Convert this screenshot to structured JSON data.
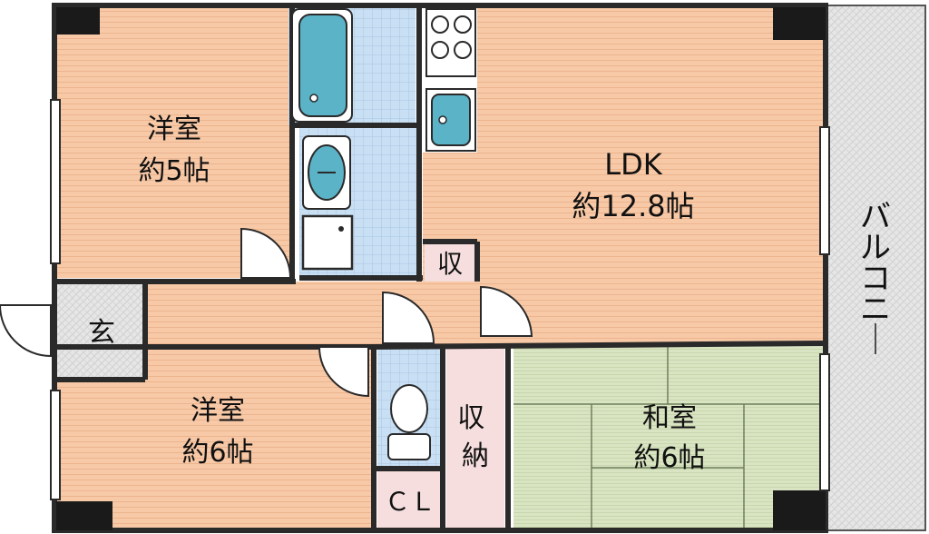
{
  "rooms": {
    "western_room_1": {
      "name": "洋室",
      "size": "約5帖"
    },
    "ldk": {
      "name": "LDK",
      "size": "約12.8帖"
    },
    "western_room_2": {
      "name": "洋室",
      "size": "約6帖"
    },
    "japanese_room": {
      "name": "和室",
      "size": "約6帖"
    },
    "entrance": {
      "name": "玄"
    },
    "small_storage": {
      "name": "収"
    },
    "storage": {
      "name": "収納"
    },
    "closet": {
      "name": "ＣＬ"
    },
    "balcony": {
      "name": "バルコニー"
    }
  },
  "colors": {
    "floor_wood": "#f7c9a7",
    "floor_wood_line": "#ecb48f",
    "tatami": "#d9e4c2",
    "wet_area": "#c9dff3",
    "fixture": "#5bb3c8",
    "wall": "#2a2a2a",
    "balcony": "#e0e0e0",
    "storage": "#f6dede",
    "entrance": "#e8e8e8"
  },
  "icons": [
    "bathtub-icon",
    "washbasin-icon",
    "washing-machine-pan-icon",
    "stove-burner-icon",
    "kitchen-sink-icon",
    "toilet-icon"
  ]
}
